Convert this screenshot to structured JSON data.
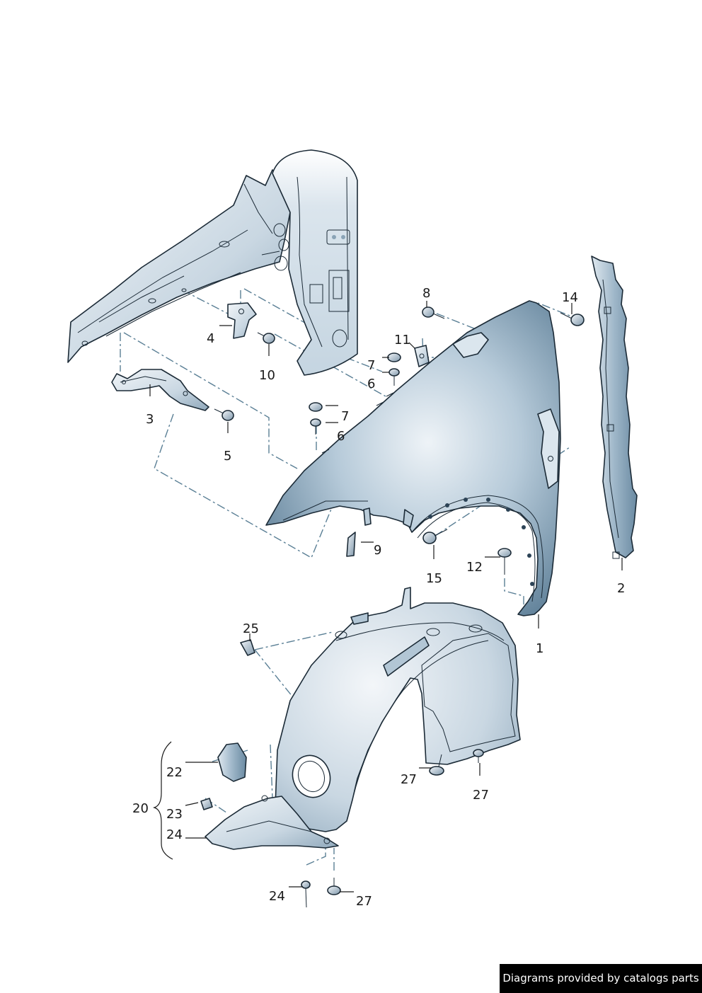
{
  "callouts": {
    "c1": "1",
    "c2": "2",
    "c3": "3",
    "c4": "4",
    "c5": "5",
    "c6a": "6",
    "c6b": "6",
    "c7a": "7",
    "c7b": "7",
    "c8": "8",
    "c9": "9",
    "c10": "10",
    "c11": "11",
    "c12": "12",
    "c14": "14",
    "c15": "15",
    "c20": "20",
    "c22": "22",
    "c23": "23",
    "c24a": "24",
    "c24b": "24",
    "c25": "25",
    "c27a": "27",
    "c27b": "27",
    "c27c": "27"
  },
  "footer": {
    "text": "Diagrams provided by catalogs parts"
  },
  "colors": {
    "steel_light": "#e6ecf2",
    "steel_mid": "#a9bfd0",
    "steel_dark": "#5b7b93",
    "fender_light": "#c5d6e2",
    "fender_dark": "#6e8ea6",
    "liner": "#cbd8e2",
    "liner_shadow": "#587a91",
    "line": "#1b2a36",
    "leader": "#1a1a1a",
    "dash": "#5a7f95"
  }
}
